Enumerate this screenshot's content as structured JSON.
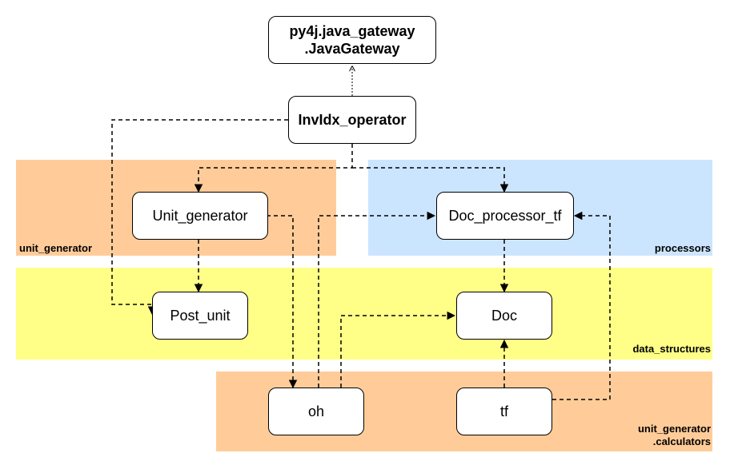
{
  "colors": {
    "orange_region": "#ffcc99",
    "blue_region": "#cce5ff",
    "yellow_region": "#ffff88",
    "stroke": "#000000"
  },
  "regions": {
    "unit_generator": "unit_generator",
    "processors": "processors",
    "data_structures": "data_structures",
    "calculators": "unit_generator\n.calculators"
  },
  "nodes": {
    "java_gateway": "py4j.java_gateway\n.JavaGateway",
    "invidx_operator": "InvIdx_operator",
    "unit_generator": "Unit_generator",
    "doc_processor_tf": "Doc_processor_tf",
    "post_unit": "Post_unit",
    "doc": "Doc",
    "oh": "oh",
    "tf": "tf"
  }
}
